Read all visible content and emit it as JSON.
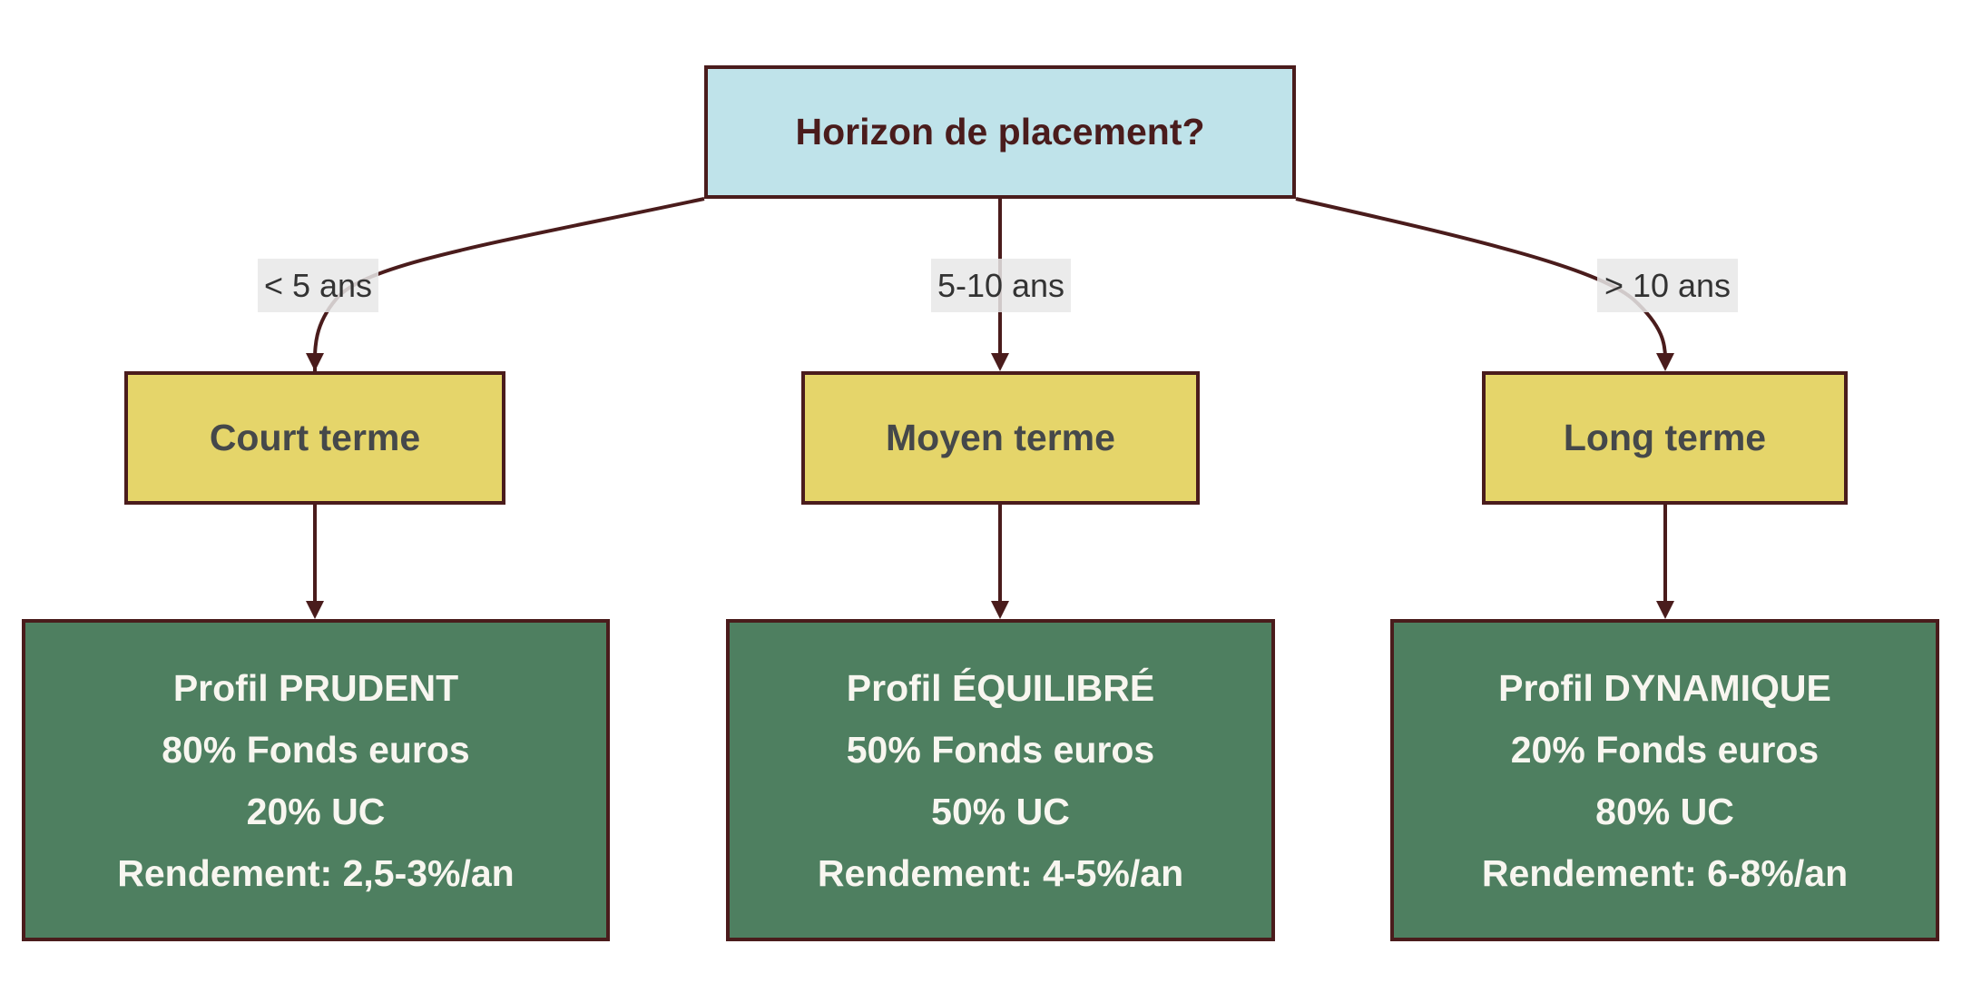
{
  "colors": {
    "edge": "#4a1c1c",
    "root_fill": "#bfe3ea",
    "mid_fill": "#e5d56a",
    "leaf_fill": "#4e7f60",
    "label_fill": "#e8e8e8"
  },
  "root": {
    "label": "Horizon de placement?"
  },
  "edges": [
    {
      "label": "< 5 ans"
    },
    {
      "label": "5-10 ans"
    },
    {
      "label": "> 10 ans"
    }
  ],
  "horizons": [
    {
      "label": "Court terme"
    },
    {
      "label": "Moyen terme"
    },
    {
      "label": "Long terme"
    }
  ],
  "profiles": [
    {
      "title": "Profil PRUDENT",
      "fonds_euros": "80% Fonds euros",
      "uc": "20% UC",
      "rendement": "Rendement: 2,5-3%/an"
    },
    {
      "title": "Profil ÉQUILIBRÉ",
      "fonds_euros": "50% Fonds euros",
      "uc": "50% UC",
      "rendement": "Rendement: 4-5%/an"
    },
    {
      "title": "Profil DYNAMIQUE",
      "fonds_euros": "20% Fonds euros",
      "uc": "80% UC",
      "rendement": "Rendement: 6-8%/an"
    }
  ]
}
